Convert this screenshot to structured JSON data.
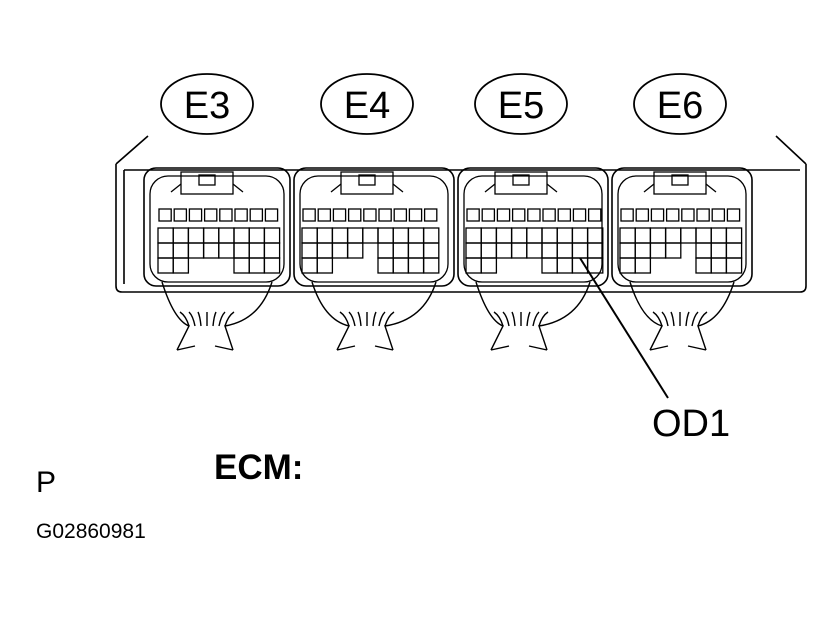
{
  "connectors": [
    {
      "id": "E3",
      "label": "E3"
    },
    {
      "id": "E4",
      "label": "E4"
    },
    {
      "id": "E5",
      "label": "E5"
    },
    {
      "id": "E6",
      "label": "E6"
    }
  ],
  "callout": {
    "label": "OD1",
    "connector": "E5"
  },
  "component_title": "ECM:",
  "view_code": "P",
  "figure_id": "G02860981",
  "colors": {
    "line": "#000000",
    "background": "#ffffff"
  }
}
